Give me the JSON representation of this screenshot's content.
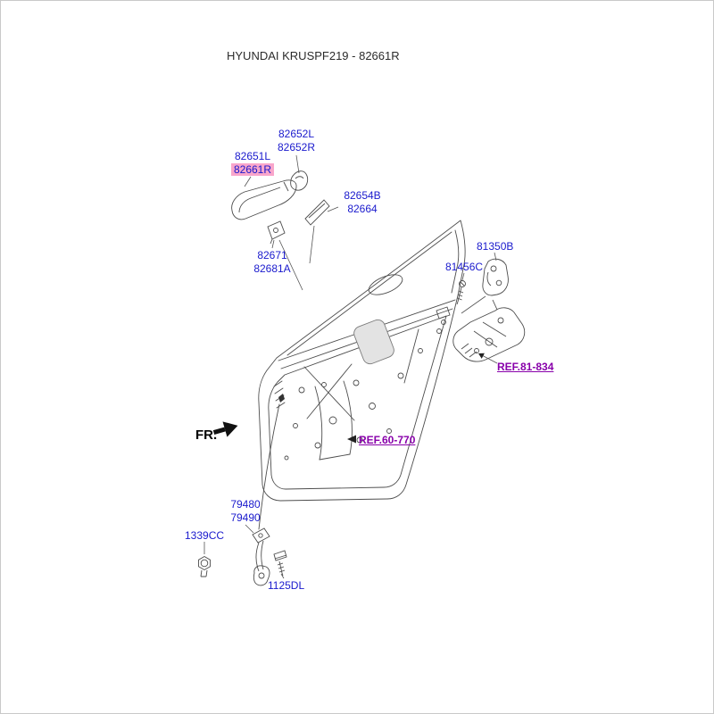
{
  "header": {
    "title": "HYUNDAI KRUSPF219 - 82661R"
  },
  "diagram": {
    "fr_indicator": "FR.",
    "highlighted_part": "82661R",
    "callouts": {
      "handle_cap": {
        "line1": "82652L",
        "line2": "82652R"
      },
      "outside_handle": {
        "line1": "82651L",
        "line2": "82661R"
      },
      "handle_pad": {
        "line1": "82654B",
        "line2": "82664"
      },
      "handle_base": {
        "line1": "82671",
        "line2": "82681A"
      },
      "door_latch": {
        "text": "81350B"
      },
      "latch_screw": {
        "text": "81456C"
      },
      "door_checker": {
        "line1": "79480",
        "line2": "79490"
      },
      "checker_nut": {
        "text": "1339CC"
      },
      "checker_bolt": {
        "text": "1125DL"
      }
    },
    "references": {
      "lock_module": "REF.81-834",
      "door_panel": "REF.60-770"
    },
    "colors": {
      "part_label": "#1a1acd",
      "reference_label": "#8800aa",
      "highlight": "#f9a6cb",
      "line_art": "#4d4d4d"
    }
  }
}
